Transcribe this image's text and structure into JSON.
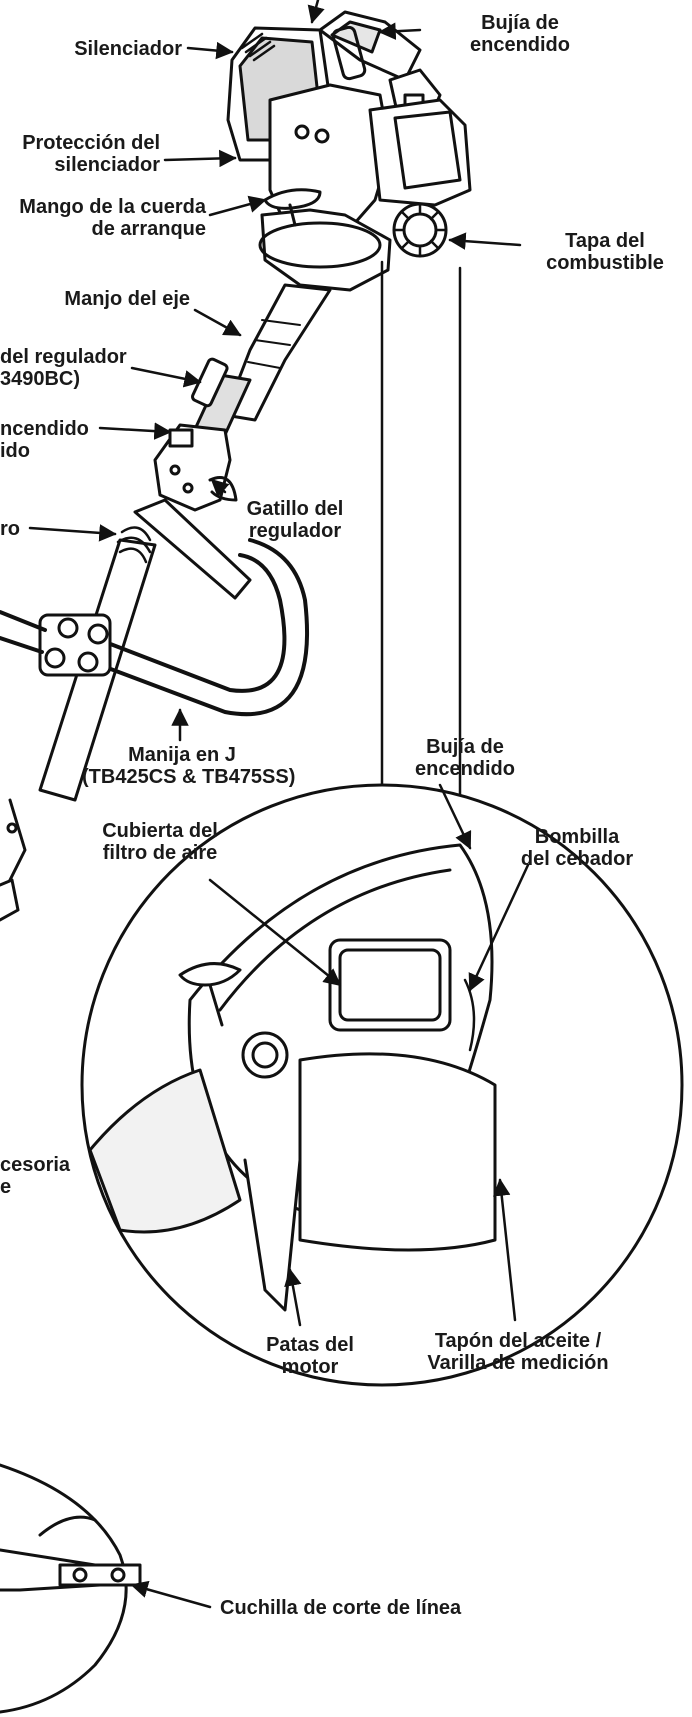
{
  "labels": {
    "silenciador": "Silenciador",
    "bujia_top_1": "Bujía de",
    "bujia_top_2": "encendido",
    "proteccion_1": "Protección del",
    "proteccion_2": "silenciador",
    "mango_1": "Mango de la cuerda",
    "mango_2": "de arranque",
    "tapa_1": "Tapa del",
    "tapa_2": "combustible",
    "manjo_eje": "Manjo del eje",
    "regulador_1": "del regulador",
    "regulador_2": "3490BC)",
    "encendido_1": "ncendido",
    "encendido_2": "ido",
    "gatillo_1": "Gatillo del",
    "gatillo_2": "regulador",
    "ro": "ro",
    "manija_1": "Manija en J",
    "manija_2": "(TB425CS & TB475SS)",
    "bujia_inset_1": "Bujía de",
    "bujia_inset_2": "encendido",
    "cubierta_1": "Cubierta del",
    "cubierta_2": "filtro de aire",
    "bombilla_1": "Bombilla",
    "bombilla_2": "del cebador",
    "accesoria_1": "cesoria",
    "accesoria_2": "e",
    "patas_1": "Patas del",
    "patas_2": "motor",
    "tapon_1": "Tapón del aceite /",
    "tapon_2": "Varilla de medición",
    "cuchilla": "Cuchilla de corte de línea"
  }
}
